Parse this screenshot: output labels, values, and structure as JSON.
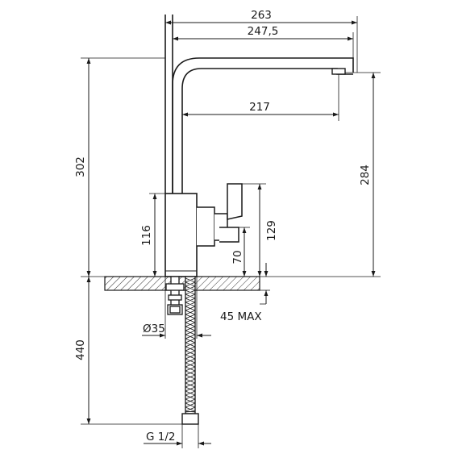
{
  "diagram": {
    "type": "technical-drawing",
    "subject": "single-lever kitchen mixer tap, side elevation",
    "dimensions": {
      "overall_reach": "263",
      "spout_reach": "247,5",
      "spout_to_axis": "217",
      "total_height": "302",
      "outlet_height": "284",
      "body_height": "116",
      "lever_height": "129",
      "lever_base_height": "70",
      "max_deck_thickness": "45 MAX",
      "base_diameter": "Ø35",
      "hose_length": "440",
      "thread": "G 1/2"
    }
  }
}
